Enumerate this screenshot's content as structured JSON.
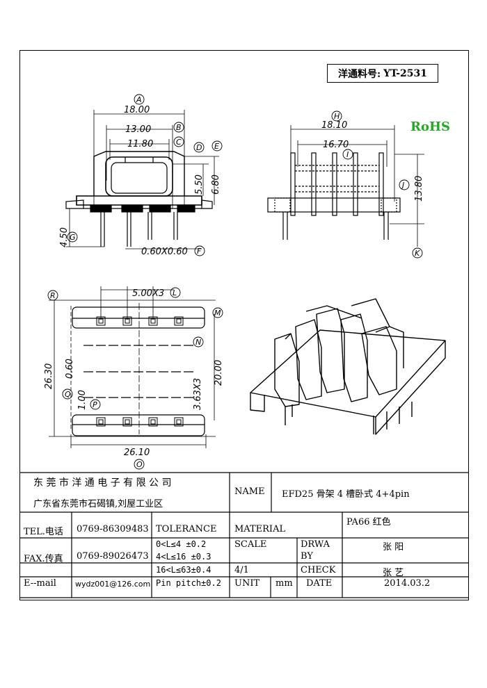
{
  "part_number": {
    "label": "洋通料号:",
    "value": "YT-2531"
  },
  "rohs": "RoHS",
  "dimensions": {
    "top_view": [
      "18.00",
      "13.00",
      "11.80",
      "5.50",
      "6.80",
      "4.50",
      "0.60X0.60"
    ],
    "side_view": [
      "18.10",
      "16.70",
      "13.80"
    ],
    "bottom_view": [
      "5.00X3",
      "26.30",
      "0.60",
      "1.00",
      "3.63X3",
      "20.00",
      "26.10"
    ]
  },
  "callouts": [
    "A",
    "B",
    "C",
    "D",
    "E",
    "F",
    "G",
    "H",
    "I",
    "J",
    "K",
    "L",
    "M",
    "N",
    "O",
    "P",
    "Q",
    "R"
  ],
  "title_block": {
    "company": "东 莞 市 洋 通 电 子 有 限 公 司",
    "address": "广东省东莞市石碣镇,刘屋工业区",
    "name_label": "NAME",
    "name_value": "EFD25 骨架 4 槽卧式 4+4pin",
    "tel_label": "TEL.电话",
    "tel_value": "0769-86309483",
    "fax_label": "FAX.传真",
    "fax_value": "0769-89026473",
    "email_label": "E--mail",
    "email_value": "wydz001@126.com",
    "tolerance_label": "TOLERANCE",
    "tolerances": [
      "0<L≤4   ±0.2",
      "4<L≤16  ±0.3",
      "16<L≤63±0.4",
      "Pin pitch±0.2"
    ],
    "material_label": "MATERIAL",
    "material_value": "PA66 红色",
    "scale_label": "SCALE",
    "scale_value": "4/1",
    "drawn_label_1": "DRWA",
    "drawn_label_2": "BY",
    "drawn_value": "张  阳",
    "check_label": "CHECK",
    "check_value": "张  艺",
    "unit_label": "UNIT",
    "unit_value": "mm",
    "date_label": "DATE",
    "date_value": "2014.03.2"
  }
}
